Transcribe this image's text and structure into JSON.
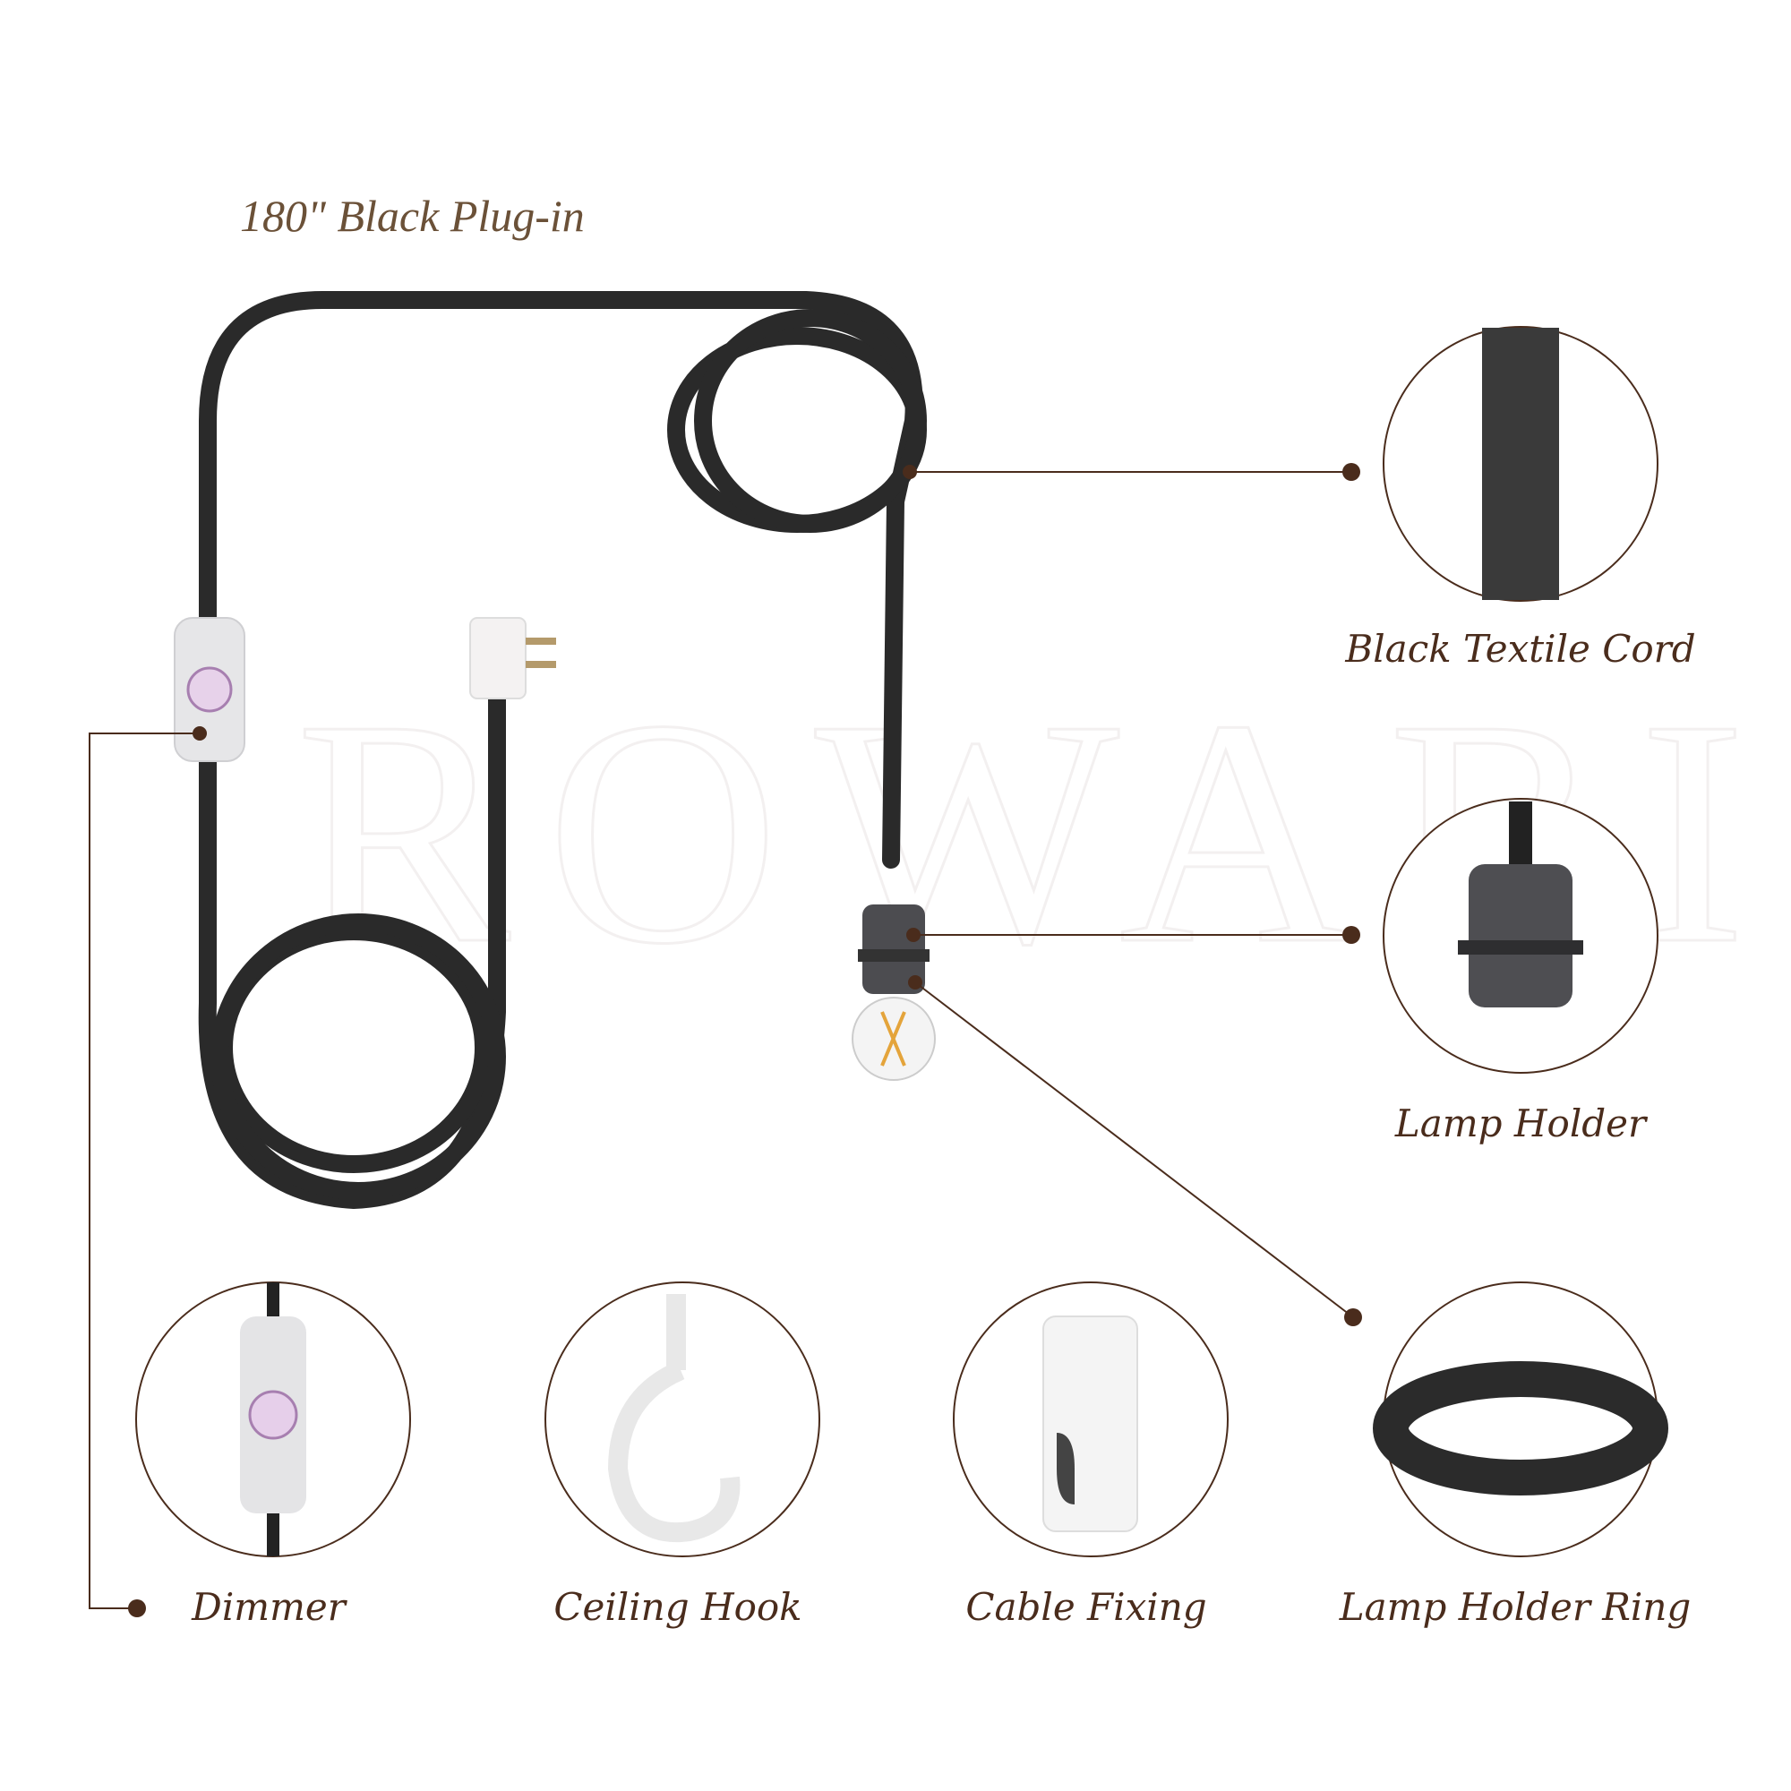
{
  "title": "180\" Black Plug-in",
  "callouts": [
    {
      "label": "Black Textile Cord",
      "icon": "textile-cord-closeup"
    },
    {
      "label": "Lamp Holder",
      "icon": "lamp-holder-closeup"
    },
    {
      "label": "Lamp Holder Ring",
      "icon": "lamp-holder-ring-closeup"
    },
    {
      "label": "Dimmer",
      "icon": "dimmer-closeup"
    },
    {
      "label": "Ceiling Hook",
      "icon": "ceiling-hook-closeup"
    },
    {
      "label": "Cable Fixing",
      "icon": "cable-fixing-closeup"
    }
  ],
  "watermark": "ROWABI",
  "colors": {
    "accent": "#4a2c1c",
    "title": "#6b5138",
    "cord": "#2a2a2a"
  }
}
